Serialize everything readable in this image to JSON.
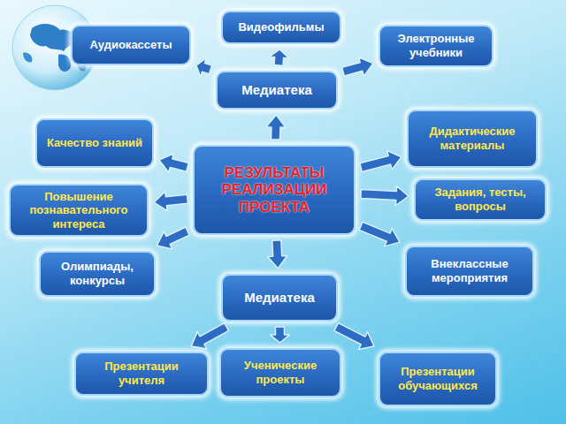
{
  "diagram": {
    "nodes": [
      {
        "text": [
          "Видеофильмы"
        ]
      },
      {
        "text": [
          "Аудиокассеты"
        ]
      },
      {
        "text": [
          "Электронные учебники"
        ]
      },
      {
        "text": [
          "Медиатека"
        ]
      },
      {
        "text": [
          "Качество знаний"
        ]
      },
      {
        "text": [
          "РЕЗУЛЬТАТЫ РЕАЛИЗАЦИИ ПРОЕКТА"
        ]
      },
      {
        "text": [
          "Дидактические материалы"
        ]
      },
      {
        "text": [
          "Повышение познавательного интереса"
        ]
      },
      {
        "text": [
          "Задания, тесты, вопросы"
        ]
      },
      {
        "text": [
          "Олимпиады, конкурсы"
        ]
      },
      {
        "text": [
          "Внеклассные мероприятия"
        ]
      },
      {
        "text": [
          "Медиатека"
        ]
      },
      {
        "text": [
          "Презентации учителя"
        ]
      },
      {
        "text": [
          "Ученические проекты"
        ]
      },
      {
        "text": [
          "Презентации обучающихся"
        ]
      }
    ],
    "edges": [
      {
        "from": 3,
        "to": 0,
        "arrow": "to"
      },
      {
        "from": 3,
        "to": 1,
        "arrow": "to"
      },
      {
        "from": 3,
        "to": 2,
        "arrow": "to"
      },
      {
        "from": 5,
        "to": 3,
        "arrow": "to"
      },
      {
        "from": 5,
        "to": 4,
        "arrow": "to"
      },
      {
        "from": 5,
        "to": 6,
        "arrow": "to"
      },
      {
        "from": 5,
        "to": 7,
        "arrow": "to"
      },
      {
        "from": 5,
        "to": 8,
        "arrow": "to"
      },
      {
        "from": 5,
        "to": 9,
        "arrow": "to"
      },
      {
        "from": 5,
        "to": 10,
        "arrow": "to"
      },
      {
        "from": 5,
        "to": 11,
        "arrow": "to"
      },
      {
        "from": 11,
        "to": 12,
        "arrow": "to"
      },
      {
        "from": 11,
        "to": 13,
        "arrow": "to"
      },
      {
        "from": 11,
        "to": 14,
        "arrow": "to"
      }
    ]
  }
}
